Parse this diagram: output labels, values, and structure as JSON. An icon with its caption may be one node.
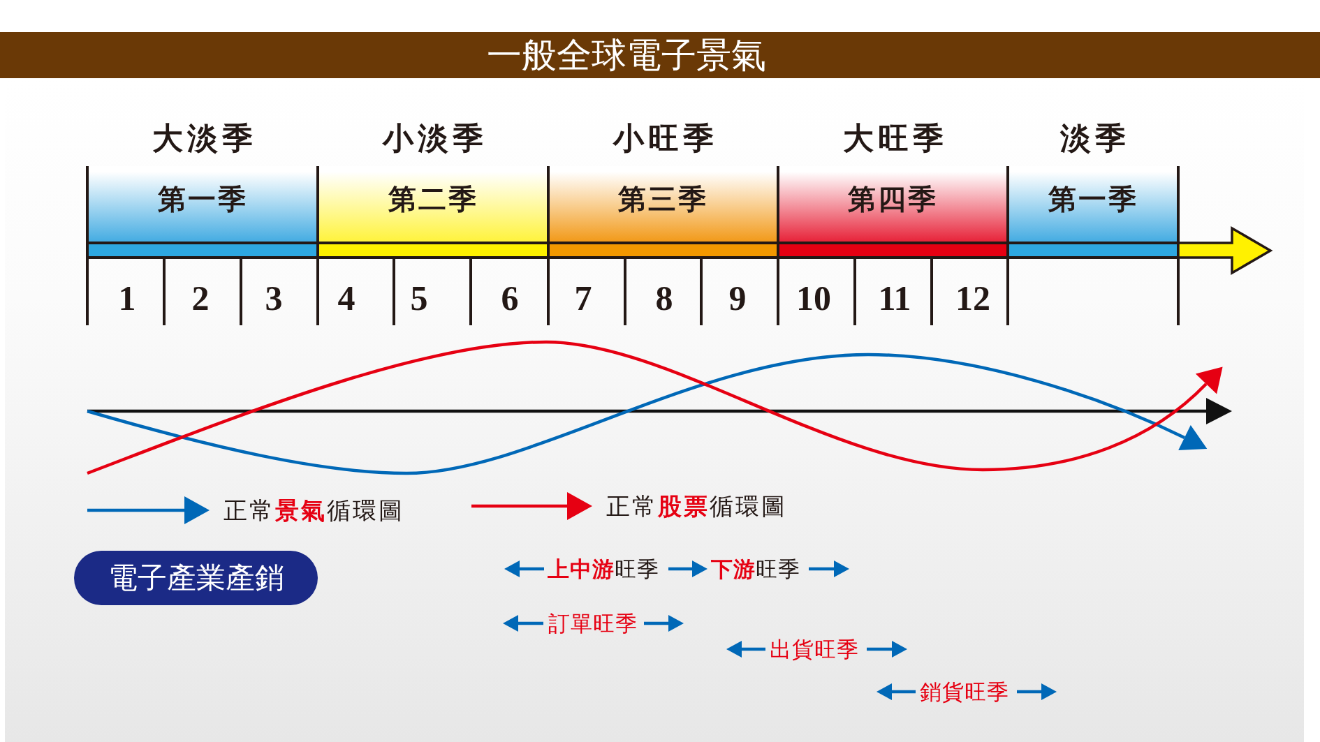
{
  "diagram": {
    "title": "一般全球電子景氣",
    "nodes": [
      {
        "text": [
          "大淡季",
          "第一季"
        ]
      },
      {
        "text": [
          "小淡季",
          "第二季"
        ]
      },
      {
        "text": [
          "小旺季",
          "第三季"
        ]
      },
      {
        "text": [
          "大旺季",
          "第四季"
        ]
      },
      {
        "text": [
          "淡季",
          "第一季"
        ]
      },
      {
        "text": [
          "電子產業產銷"
        ]
      }
    ],
    "labels": [
      "1",
      "2",
      "3",
      "4",
      "5",
      "6",
      "7",
      "8",
      "9",
      "10",
      "11",
      "12",
      "**上中游**旺季",
      "**下游**旺季",
      "訂單旺季",
      "出貨旺季",
      "銷貨旺季"
    ],
    "legend": [
      {
        "text": "正常**景氣**循環圖"
      },
      {
        "text": "正常**股票**循環圖"
      }
    ]
  }
}
